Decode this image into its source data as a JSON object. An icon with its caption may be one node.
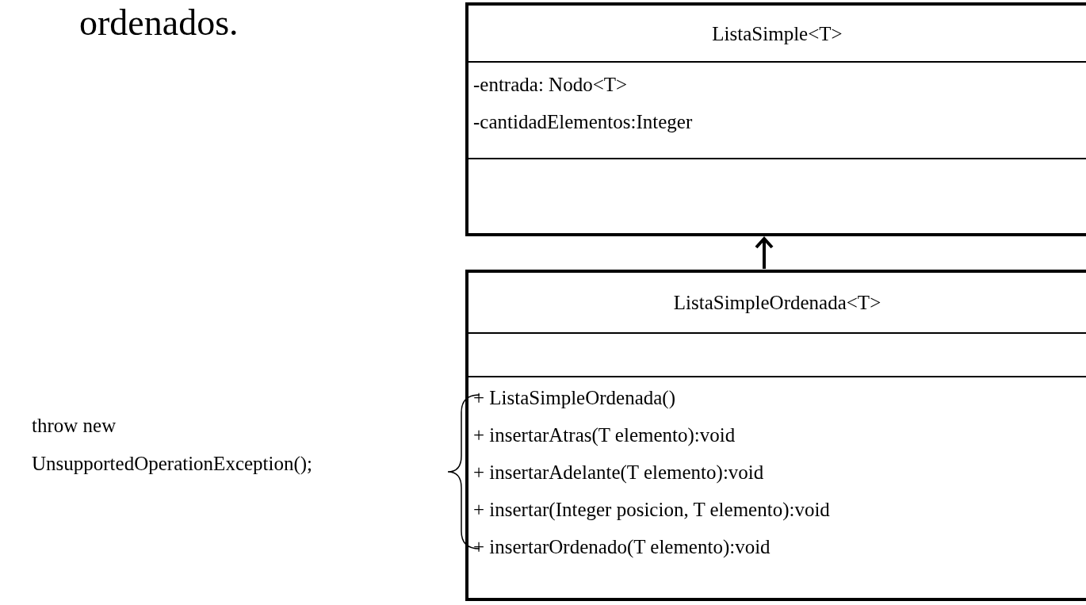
{
  "diagram": {
    "title": "ordenados.",
    "nodes": [
      {
        "text": [
          "ListaSimple<T>",
          "-entrada: Nodo<T>",
          "-cantidadElementos:Integer"
        ]
      },
      {
        "text": [
          "ListaSimpleOrdenada<T>",
          "+ ListaSimpleOrdenada()",
          "+ insertarAtras(T elemento):void",
          "+ insertarAdelante(T elemento):void",
          "+ insertar(Integer posicion, T elemento):void",
          "+ insertarOrdenado(T elemento):void"
        ]
      }
    ],
    "edges": [
      {
        "from": 1,
        "to": 0,
        "arrow": "to"
      }
    ],
    "labels": [
      "throw new UnsupportedOperationException();"
    ]
  }
}
